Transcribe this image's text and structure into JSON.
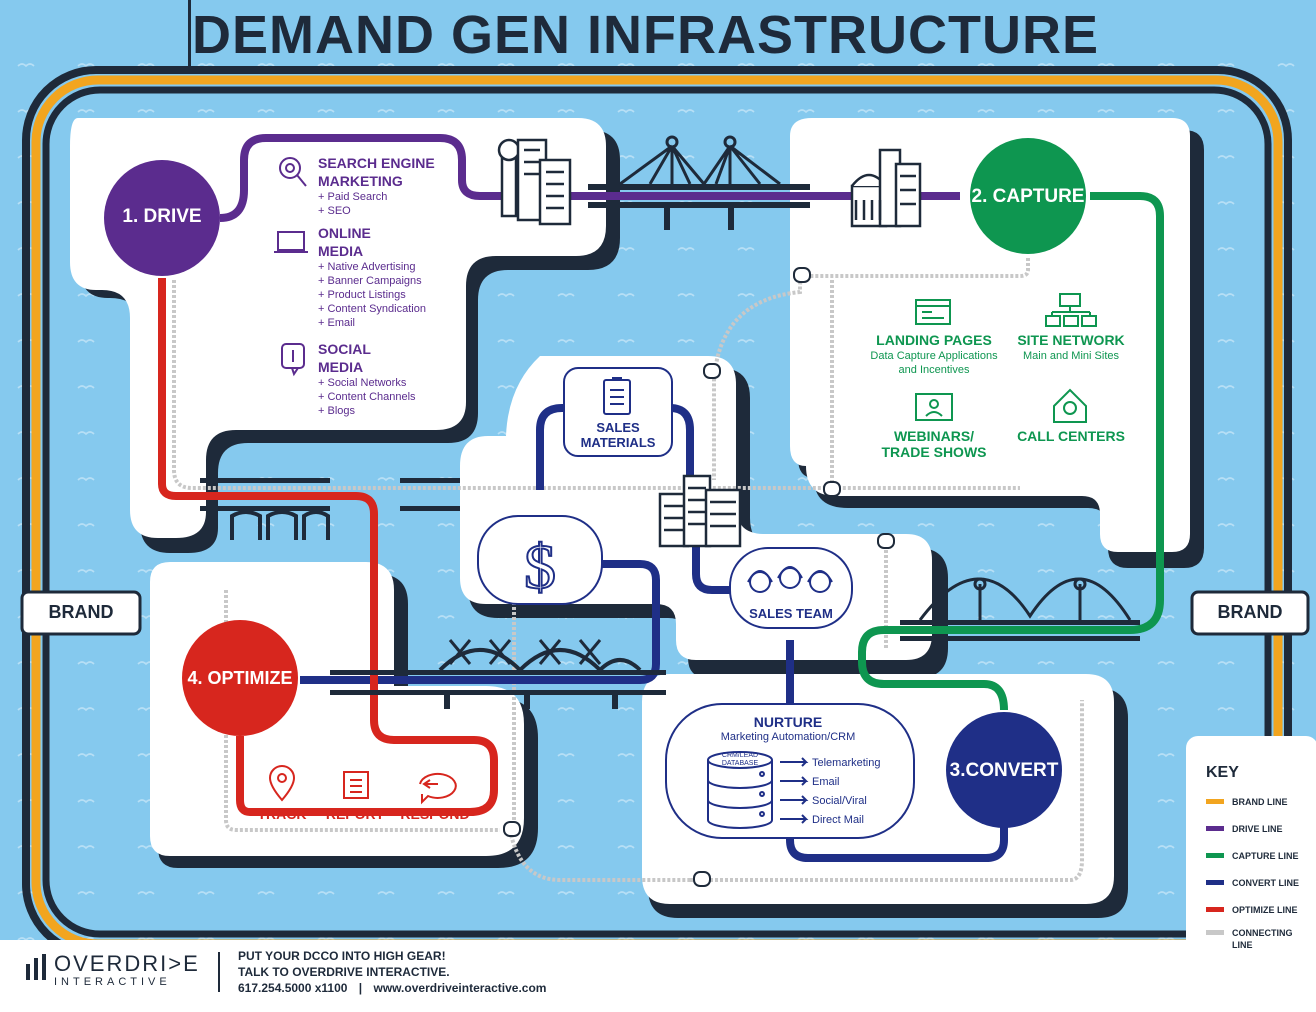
{
  "title": "DEMAND GEN INFRASTRUCTURE",
  "stations": {
    "drive": "1. DRIVE",
    "capture": "2. CAPTURE",
    "convert": "3.CONVERT",
    "optimize": "4. OPTIMIZE"
  },
  "brand_left": "BRAND",
  "brand_right": "BRAND",
  "drive": {
    "sem_title_1": "SEARCH ENGINE",
    "sem_title_2": "MARKETING",
    "sem_items": [
      "+ Paid Search",
      "+ SEO"
    ],
    "online_title_1": "ONLINE",
    "online_title_2": "MEDIA",
    "online_items": [
      "+ Native Advertising",
      "+ Banner Campaigns",
      "+ Product Listings",
      "+ Content Syndication",
      "+ Email"
    ],
    "social_title_1": "SOCIAL",
    "social_title_2": "MEDIA",
    "social_items": [
      "+ Social Networks",
      "+ Content Channels",
      "+ Blogs"
    ]
  },
  "capture": {
    "landing_title": "LANDING PAGES",
    "landing_sub_1": "Data Capture Applications",
    "landing_sub_2": "and Incentives",
    "site_title": "SITE NETWORK",
    "site_sub": "Main and Mini Sites",
    "webinar_1": "WEBINARS/",
    "webinar_2": "TRADE SHOWS",
    "call": "CALL CENTERS"
  },
  "sales": {
    "materials_1": "SALES",
    "materials_2": "MATERIALS",
    "team": "SALES TEAM"
  },
  "nurture": {
    "title": "NURTURE",
    "sub": "Marketing Automation/CRM",
    "db_1": "CRM/LEAD",
    "db_2": "DATABASE",
    "items": [
      "Telemarketing",
      "Email",
      "Social/Viral",
      "Direct Mail"
    ]
  },
  "optimize": {
    "track": "TRACK",
    "report": "REPORT",
    "respond": "RESPOND"
  },
  "key": {
    "title": "KEY",
    "items": [
      {
        "label": "BRAND LINE",
        "color": "#f2a51f"
      },
      {
        "label": "DRIVE LINE",
        "color": "#5b2c8e"
      },
      {
        "label": "CAPTURE LINE",
        "color": "#0e9650"
      },
      {
        "label": "CONVERT LINE",
        "color": "#1f2f87"
      },
      {
        "label": "OPTIMIZE LINE",
        "color": "#d7261e"
      },
      {
        "label": "CONNECTING LINE",
        "label_1": "CONNECTING",
        "label_2": "LINE",
        "color": "#c8c8c8"
      }
    ]
  },
  "footer": {
    "logo_1": "OVERDRI>E",
    "logo_2": "INTERACTIVE",
    "line_1": "PUT YOUR DCCO INTO HIGH GEAR!",
    "line_2": "TALK TO OVERDRIVE INTERACTIVE.",
    "phone": "617.254.5000 x1100",
    "sep": "|",
    "web": "www.overdriveinteractive.com"
  },
  "colors": {
    "water": "#85c9ee",
    "brand": "#f2a51f",
    "drive": "#5b2c8e",
    "capture": "#0e9650",
    "convert": "#1f2f87",
    "optimize": "#d7261e",
    "connecting": "#c8c8c8",
    "ink": "#1e2a3a"
  }
}
